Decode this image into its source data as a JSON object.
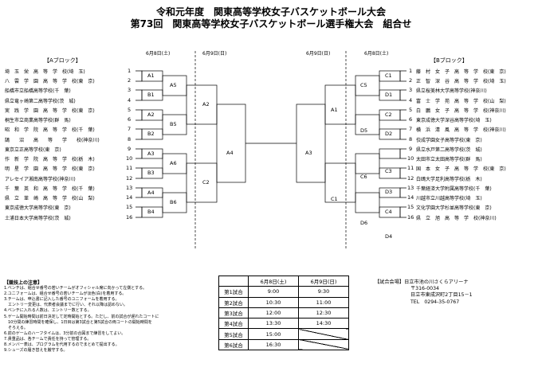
{
  "title_line1": "令和元年度　関東高等学校女子バスケットボール大会",
  "title_line2": "第73回　関東高等学校女子バスケットボール選手権大会　組合せ",
  "left_dates": [
    "6月8日(土)",
    "6月9日(日)"
  ],
  "right_dates": [
    "6月9日(日)",
    "6月8日(土)"
  ],
  "block_a_label": "【Aブロック】",
  "block_b_label": "【Bブロック】",
  "block_a_teams": [
    {
      "num": "1",
      "name": "埼　玉　栄　高　等　学　校(埼　玉)"
    },
    {
      "num": "2",
      "name": "八　雲　学　園　高　等　学　校(東　京)"
    },
    {
      "num": "3",
      "name": "船橋市立船橋高等学校(千　葉)"
    },
    {
      "num": "4",
      "name": "県立竜ヶ崎第二高等学校(茨　城)"
    },
    {
      "num": "5",
      "name": "実　践　学　園　高　等　学　校(東　京)"
    },
    {
      "num": "6",
      "name": "桐生市立商業高等学校(群　馬)"
    },
    {
      "num": "7",
      "name": "昭　和　学　院　高　等　学　校(千　葉)"
    },
    {
      "num": "8",
      "name": "鵠　　沼　　高　　等　　学　　校(神奈川)"
    },
    {
      "num": "9",
      "name": "東京立正高等学校(東　京)"
    },
    {
      "num": "10",
      "name": "作　新　学　院　高　等　学　校(栃　木)"
    },
    {
      "num": "11",
      "name": "明　星　学　園　高　等　学　校(東　京)"
    },
    {
      "num": "12",
      "name": "アレセイア湘南高等学校(神奈川)"
    },
    {
      "num": "13",
      "name": "千　葉　英　和　高　等　学　校(千　葉)"
    },
    {
      "num": "14",
      "name": "県　立　韮　崎　高　等　学　校(山　梨)"
    },
    {
      "num": "15",
      "name": "東京成徳大学高等学校(東　京)"
    },
    {
      "num": "16",
      "name": "土浦日本大学高等学校(茨　城)"
    }
  ],
  "block_b_teams": [
    {
      "num": "1",
      "name": "藤　村　女　子　高　等　学　校(東　京)"
    },
    {
      "num": "2",
      "name": "正　智　深　谷　高　等　学　校(埼　玉)"
    },
    {
      "num": "3",
      "name": "県立桜美林大学高等学校(神奈川)"
    },
    {
      "num": "4",
      "name": "富　士　学　苑　高　等　学　校(山　梨)"
    },
    {
      "num": "5",
      "name": "白　鵬　女　子　高　等　学　校(神奈川)"
    },
    {
      "num": "6",
      "name": "東京成徳大学深谷高等学校(埼　玉)"
    },
    {
      "num": "7",
      "name": "横　浜　清　風　高　等　学　校(神奈川)"
    },
    {
      "num": "8",
      "name": "佼成学園女子高等学校(東　京)"
    },
    {
      "num": "9",
      "name": "県立水戸第二高等学校(茨　城)"
    },
    {
      "num": "10",
      "name": "太田市立太田高等学校(群　馬)"
    },
    {
      "num": "11",
      "name": "国　本　女　子　高　等　学　校(東　京)"
    },
    {
      "num": "12",
      "name": "白鴎大学足利高等学校(栃　木)"
    },
    {
      "num": "13",
      "name": "千葉経済大学附属高等学校(千　葉)"
    },
    {
      "num": "14",
      "name": "川越市立川越高等学校(埼　玉)"
    },
    {
      "num": "15",
      "name": "文化学園大学杉並高等学校(東　京)"
    },
    {
      "num": "16",
      "name": "県　立　旭　高　等　学　校(神奈川)"
    }
  ],
  "codes_a_r1": [
    "A1",
    "B1",
    "A2",
    "B2",
    "A3",
    "B3",
    "A4",
    "B4"
  ],
  "codes_a_r2": [
    "A5",
    "B5",
    "A6",
    "B6"
  ],
  "codes_a_r3": [
    "A2",
    "C2"
  ],
  "code_a_final": "A4",
  "code_center": "A3",
  "codes_b_r3": [
    "A1",
    "C1"
  ],
  "codes_b_r2": [
    "C5",
    "D5",
    "C6",
    "D6"
  ],
  "codes_b_r1": [
    "C1",
    "D1",
    "C2",
    "D2",
    "C3",
    "D3",
    "C4",
    "D4"
  ],
  "notes_title": "【競技上の注意】",
  "notes": [
    "1.ベンチは、組合せ番号の若いチームがオフィシャル席に向かって左側とする。",
    "2.ユニフォームは、組合せ番号の若いチームが淡色(白)を着用する。",
    "3.チームは、申込書に記入した番号のユニフォームを着用する。",
    "　エントリー変更は、代表者会議までに行い、それ以降は認めない。",
    "4.ベンチに入れる人数は、エントリー数とする。",
    "5.ゲーム開始時間は前日決定して定時開始とする。ただし、前の試合が遅れたコートに",
    "　10分間の練習時間を確保し、1日目は第3試合と第5試合の両コートの開始時間を",
    "　そろえる。",
    "6.前のゲームのハーフタイムは、3分前の合図まで練習をしてよい。",
    "7.貴重品は、各チームで責任を持って管理する。",
    "8.メンバー表は、プログラムを代用するのでまとめて提出する。",
    "9.シューズの履き替えを厳守する。"
  ],
  "schedule": {
    "headers": [
      "",
      "6月8日(土)",
      "6月9日(日)"
    ],
    "rows": [
      [
        "第1試合",
        "9:00",
        "9:30"
      ],
      [
        "第2試合",
        "10:30",
        "11:00"
      ],
      [
        "第3試合",
        "12:00",
        "12:30"
      ],
      [
        "第4試合",
        "13:30",
        "14:30"
      ],
      [
        "第5試合",
        "15:00",
        ""
      ],
      [
        "第6試合",
        "16:30",
        ""
      ]
    ]
  },
  "venue": {
    "label": "【試合会場】",
    "name": "日立市池の川さくらアリーナ",
    "postal": "〒316-0034",
    "address": "日立市東成沢町2丁目15－1",
    "tel": "TEL　0294-35-0767"
  }
}
